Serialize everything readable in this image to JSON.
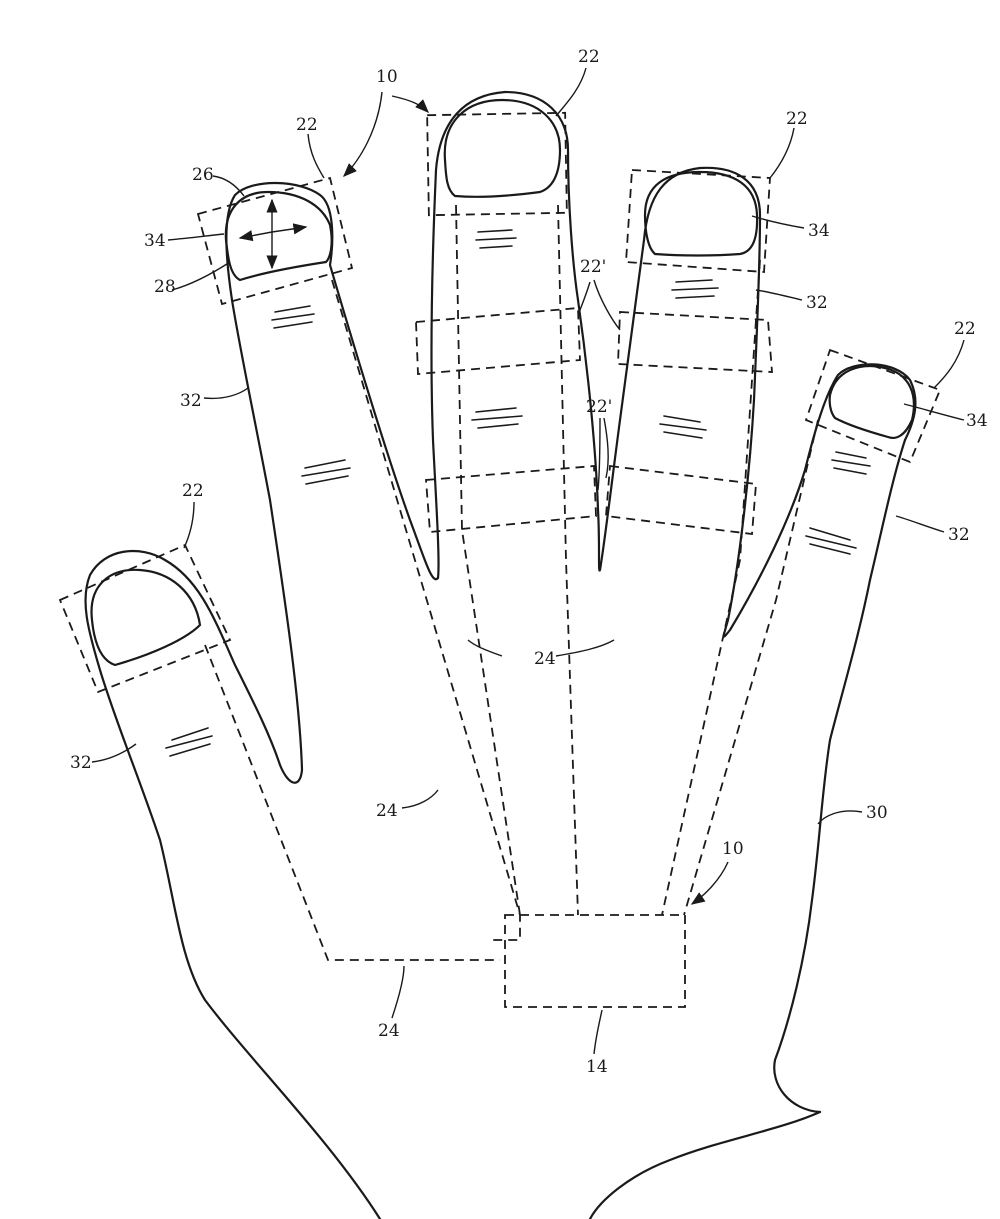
{
  "labels": {
    "device_upper": "10",
    "device_lower": "10",
    "nail_sensor_index": "22",
    "nail_sensor_middle": "22",
    "nail_sensor_ring": "22",
    "nail_sensor_pinky": "22",
    "nail_sensor_thumb": "22",
    "band_sensor_upper": "22'",
    "band_sensor_lower": "22'",
    "force_arrows": "26",
    "touch_point": "28",
    "nail_index": "34",
    "nail_ring": "34",
    "nail_pinky": "34",
    "finger_index": "32",
    "finger_ring": "32",
    "finger_pinky": "32",
    "finger_thumb": "32",
    "path_middle": "24",
    "path_index": "24",
    "path_thumb": "24",
    "hand": "30",
    "control_unit": "14"
  },
  "colors": {
    "line": "#1a1a1a",
    "background": "#ffffff"
  }
}
